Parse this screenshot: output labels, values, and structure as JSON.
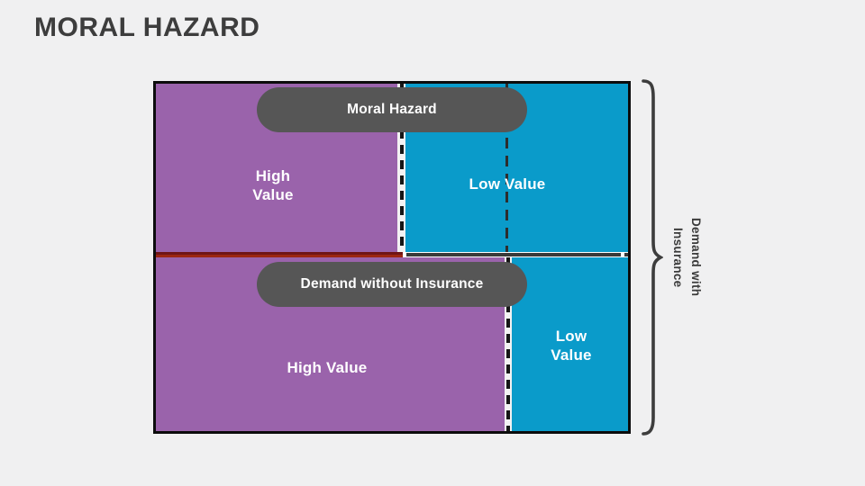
{
  "slide": {
    "title": "MORAL HAZARD"
  },
  "colors": {
    "background": "#f0f0f1",
    "title_text": "#3d3d3d",
    "purple_region": "#9a63ab",
    "blue_region": "#0a9bca",
    "pill_background": "#565656",
    "pill_text": "#ffffff",
    "value_text": "#ffffff",
    "border": "#0c0c0c",
    "mid_line_red": "#8e2012",
    "mid_line_gray": "#3a3a3a",
    "bracket": "#3d3d3d"
  },
  "diagram": {
    "with_insurance": {
      "pill_label": "Moral Hazard",
      "high_value": {
        "line1": "High",
        "line2": "Value"
      },
      "low_value": "Low Value"
    },
    "without_insurance": {
      "pill_label": "Demand without Insurance",
      "high_value": "High Value",
      "low_value": {
        "line1": "Low",
        "line2": "Value"
      }
    },
    "bracket_label": {
      "line1": "Demand with",
      "line2": "Insurance"
    }
  }
}
